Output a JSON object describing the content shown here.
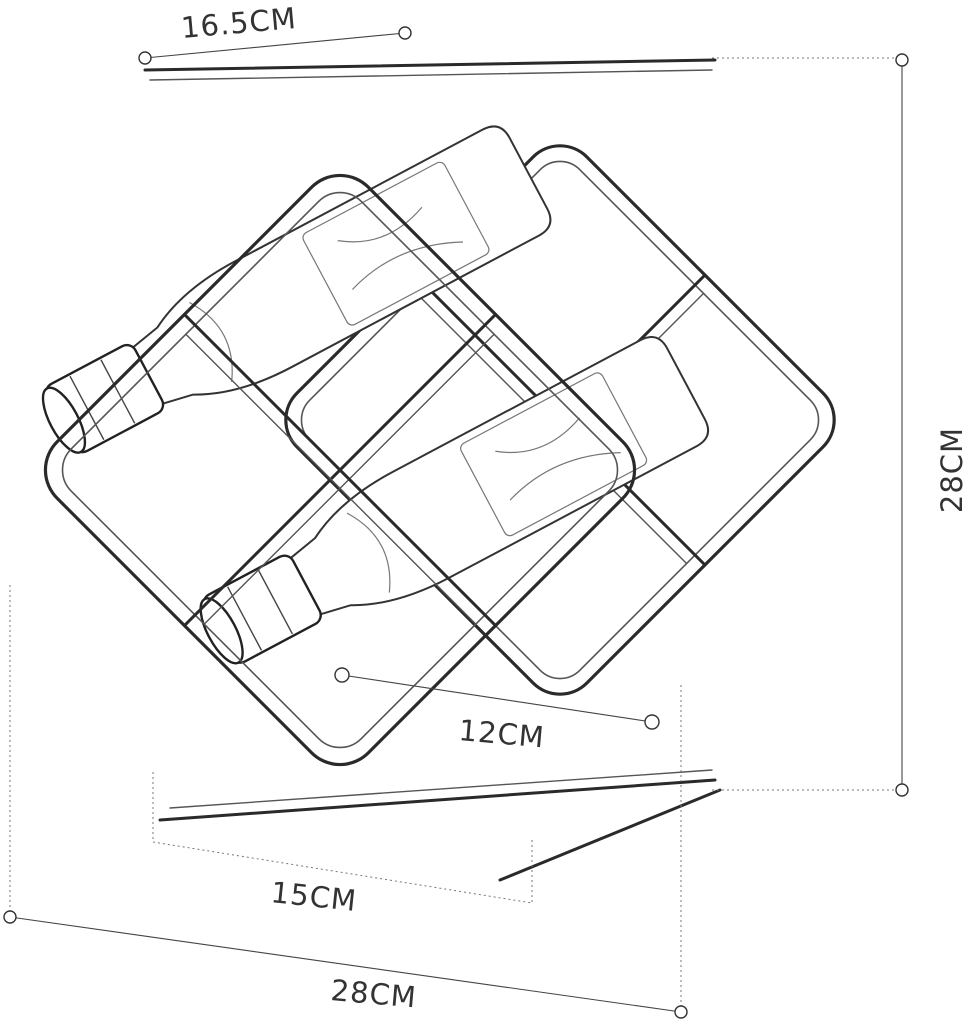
{
  "dimensions": {
    "top_depth": "16.5CM",
    "height": "28CM",
    "inner_span": "12CM",
    "base_depth": "15CM",
    "base_width": "28CM"
  }
}
